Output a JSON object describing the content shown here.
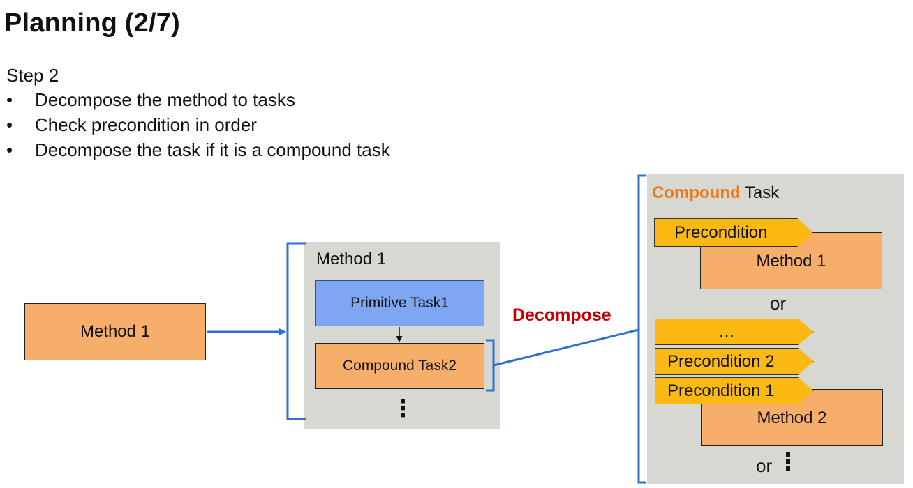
{
  "header": {
    "title": "Planning (2/7)"
  },
  "intro": {
    "step": "Step 2",
    "bullets": [
      "Decompose the method to tasks",
      "Check precondition in order",
      "Decompose the task if it is a compound task"
    ],
    "bullet_glyph": "•"
  },
  "diagram": {
    "method_left": "Method 1",
    "method_panel": {
      "label": "Method 1",
      "primitive_task": "Primitive Task1",
      "compound_task": "Compound Task2",
      "continuation": "⋮"
    },
    "decompose_label": "Decompose",
    "compound_panel": {
      "label_highlight": "Compound",
      "label_rest": " Task",
      "precondition_top": "Precondition",
      "method_1": "Method 1",
      "or_1": "or",
      "ellipsis": "…",
      "precondition_2": "Precondition 2",
      "precondition_1": "Precondition 1",
      "method_2": "Method 2",
      "or_2": "or",
      "continuation": "⋮"
    },
    "colors": {
      "method_orange": "#f7ae6b",
      "primitive_blue": "#7fa6f2",
      "precondition_yellow": "#fdb913",
      "panel_gray": "#d8d8d3",
      "connector_blue": "#2f6fcf",
      "decompose_red": "#c00000",
      "compound_highlight": "#ec7a1a"
    }
  }
}
